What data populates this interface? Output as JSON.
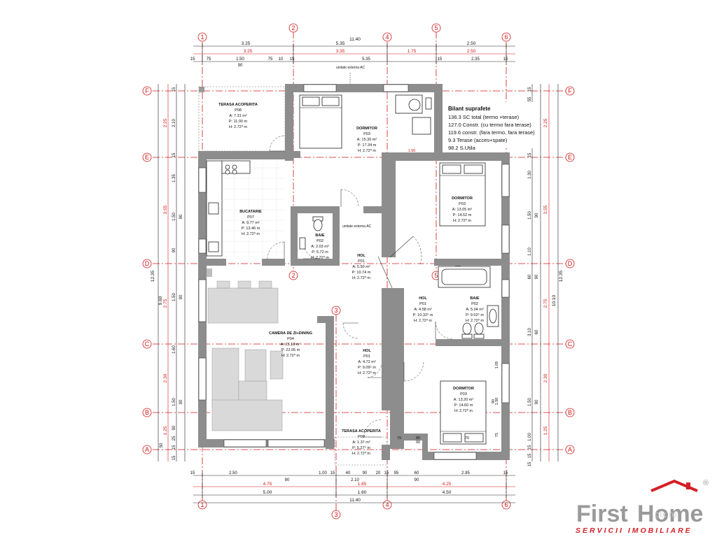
{
  "axes": {
    "columns": [
      "1",
      "2",
      "3",
      "4",
      "5",
      "6"
    ],
    "rows": [
      "A",
      "B",
      "C",
      "D",
      "E",
      "F"
    ]
  },
  "dims_top": {
    "r1": [
      "3.25",
      "11.40",
      "5.35",
      "2.50"
    ],
    "r2": [
      "3.25",
      "3.35",
      "1.75",
      "2.50"
    ],
    "r3": [
      "15",
      "75",
      "1.50",
      "75",
      "10",
      "15",
      "5.35",
      "15",
      "2.35",
      "15"
    ],
    "r3b": [
      "90"
    ]
  },
  "dims_bottom": {
    "r1": [
      "15",
      "2.50",
      "1.00",
      "15",
      "40",
      "90",
      "20",
      "15",
      "95",
      "2.95",
      "15"
    ],
    "r1b": [
      "90",
      "2.10",
      "60",
      "90"
    ],
    "r2": [
      "4.75",
      "1.85",
      "4.25"
    ],
    "r3": [
      "5.00",
      "1.60",
      "4.50"
    ],
    "r4": [
      "11.40"
    ]
  },
  "dims_left": {
    "outer": [
      "12.35",
      "9.60"
    ],
    "mid": [
      "2.25",
      "3.55",
      "2.75",
      "2.30",
      "1.25",
      "50"
    ],
    "inner": [
      "15",
      "2.10",
      "15",
      "1.35",
      "1.50",
      "90",
      "1.50",
      "1.60",
      "1.50",
      "90",
      "25",
      "15",
      "15"
    ],
    "innerb": [
      "90",
      "90",
      "90"
    ]
  },
  "dims_right": {
    "outer": [
      "12.35",
      "10.10"
    ],
    "mid": [
      "2.25",
      "3.55",
      "2.75",
      "2.30",
      "1.25"
    ],
    "inner": [
      "15",
      "55",
      "15",
      "15",
      "1.30",
      "1.50",
      "1.10",
      "60",
      "3.10",
      "1.50",
      "1.00",
      "15",
      "15",
      "15"
    ],
    "innerb": [
      "90",
      "90",
      "60",
      "90"
    ]
  },
  "inner_dims": [
    "1.50",
    "79",
    "80",
    "90",
    "70",
    "75",
    "1.05",
    "1.50",
    "90"
  ],
  "notes": {
    "ac1": "unitate externa AC",
    "ac2": "unitate externa AC"
  },
  "rooms": [
    {
      "name": "TERASA ACOPERITA",
      "code": "P08",
      "area": "A: 7.31 m²",
      "perim": "P: 11.00 m",
      "height": "H: 2.72⁰ m"
    },
    {
      "name": "DORMITOR",
      "code": "P03",
      "area": "A: 15.30 m²",
      "perim": "P: 17.34 m",
      "height": "H: 2.72⁰ m"
    },
    {
      "name": "BUCATARIE",
      "code": "P07",
      "area": "A: 9.77 m²",
      "perim": "P: 13.46 m",
      "height": "H: 2.72⁰ m"
    },
    {
      "name": "BAIE",
      "code": "P02",
      "area": "A: 2.03 m²",
      "perim": "P: 5.72 m",
      "height": "H: 2.72⁰ m"
    },
    {
      "name": "HOL",
      "code": "P01",
      "area": "A: 5.50 m²",
      "perim": "P: 10.74 m",
      "height": "H: 2.72⁰ m"
    },
    {
      "name": "DORMITOR",
      "code": "P03",
      "area": "A: 13.05 m²",
      "perim": "P: 14.52 m",
      "height": "H: 2.72⁰ m"
    },
    {
      "name": "HOL",
      "code": "P01",
      "area": "A: 4.58 m²",
      "perim": "P: 10.32⁵ m",
      "height": "H: 2.72⁰ m"
    },
    {
      "name": "BAIE",
      "code": "P02",
      "area": "A: 5.04 m²",
      "perim": "P: 9.02⁵ m",
      "height": "H: 2.72⁰ m"
    },
    {
      "name": "CAMERA DE ZI+DINING",
      "code": "P04",
      "area": "A: 25.13 m²",
      "perim": "P: 22.05 m",
      "height": "H: 2.72⁰ m"
    },
    {
      "name": "HOL",
      "code": "P01",
      "area": "A: 4.72 m²",
      "perim": "P: 9.09⁵ m",
      "height": "H: 2.72⁰ m"
    },
    {
      "name": "DORMITOR",
      "code": "P03",
      "area": "A: 13.20 m²",
      "perim": "P: 14.60 m",
      "height": "H: 2.72⁰ m"
    },
    {
      "name": "TERASA ACOPERITA",
      "code": "P08",
      "area": "A: 1.37 m²",
      "perim": "P: 5.27⁵ m",
      "height": "H: 2.72⁰ m"
    }
  ],
  "bilant": {
    "title": "Bilant suprafete",
    "lines": [
      "136.3 SC total (termo +terase)",
      "127.0 Constr. (cu termo fara terase)",
      "119.6 constr. (fara termo, fara terase)",
      "9.3 Terase (acces+spate)",
      "98.2 S.Utila"
    ]
  },
  "logo": {
    "word1": "First",
    "word2": "Home",
    "tagline": "SERVICII IMOBILIARE",
    "registered": "®",
    "watermark": "olx.ro"
  },
  "colors": {
    "axis_red": "#d01818",
    "wall": "#8d8d8d",
    "logo_grey": "#9a9a9a",
    "logo_red": "#d42027"
  }
}
